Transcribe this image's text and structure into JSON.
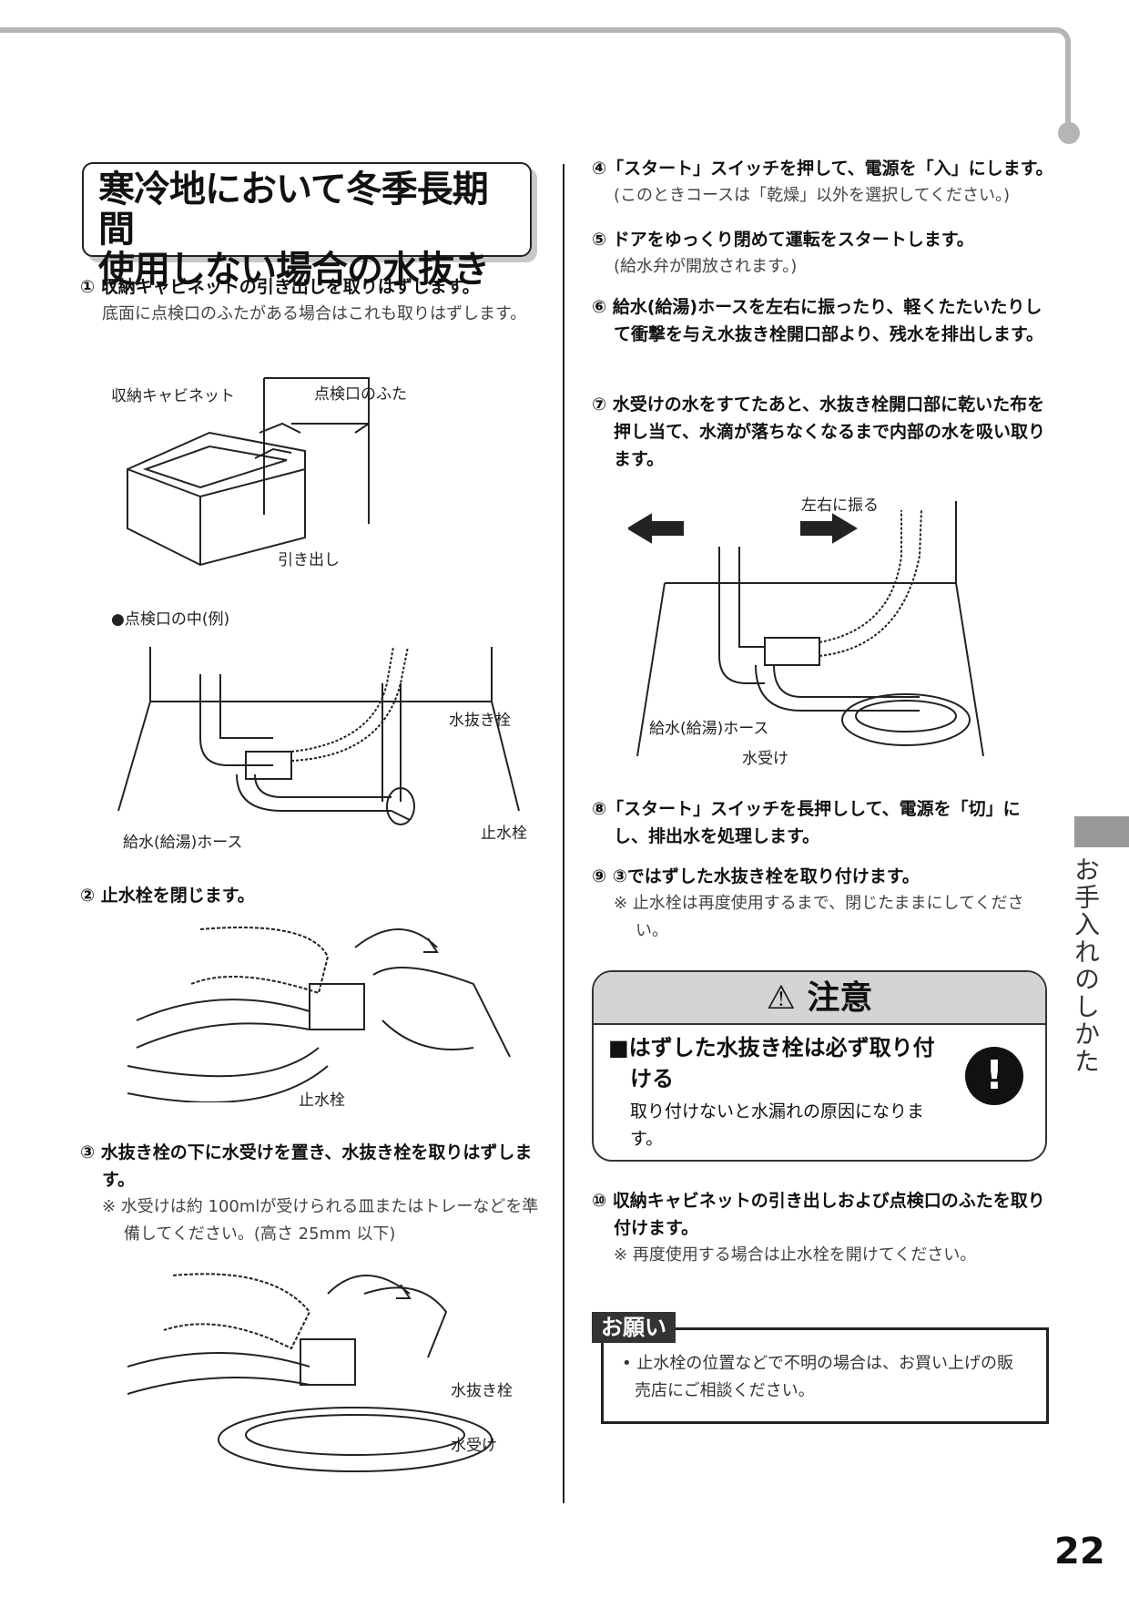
{
  "title": {
    "line1": "寒冷地において冬季長期間",
    "line2": "使用しない場合の水抜き"
  },
  "left": {
    "step1": {
      "head": "① 収納キャビネットの引き出しを取りはずします。",
      "body": "底面に点検口のふたがある場合はこれも取りはずします。"
    },
    "fig1": {
      "label_cabinet": "収納キャビネット",
      "label_lid": "点検口のふた",
      "label_drawer": "引き出し"
    },
    "fig2": {
      "caption": "●点検口の中(例)",
      "label_drain_plug": "水抜き栓",
      "label_hose": "給水(給湯)ホース",
      "label_stop_valve": "止水栓"
    },
    "step2": {
      "head": "② 止水栓を閉じます。"
    },
    "fig3": {
      "label_stop_valve": "止水栓"
    },
    "step3": {
      "head": "③ 水抜き栓の下に水受けを置き、水抜き栓を取りはずします。",
      "note": "※ 水受けは約 100mlが受けられる皿またはトレーなどを準備してください。(高さ 25mm 以下)"
    },
    "fig4": {
      "label_drain_plug": "水抜き栓",
      "label_tray": "水受け"
    }
  },
  "right": {
    "step4": {
      "head": "④「スタート」スイッチを押して、電源を「入」にします。",
      "sub": "(このときコースは「乾燥」以外を選択してください。)"
    },
    "step5": {
      "head": "⑤ ドアをゆっくり閉めて運転をスタートします。",
      "sub": "(給水弁が開放されます。)"
    },
    "step6": {
      "head": "⑥ 給水(給湯)ホースを左右に振ったり、軽くたたいたりして衝撃を与え水抜き栓開口部より、残水を排出します。"
    },
    "step7": {
      "head": "⑦ 水受けの水をすてたあと、水抜き栓開口部に乾いた布を押し当て、水滴が落ちなくなるまで内部の水を吸い取ります。"
    },
    "fig5": {
      "label_shake": "左右に振る",
      "label_hose": "給水(給湯)ホース",
      "label_tray": "水受け"
    },
    "step8": {
      "head": "⑧「スタート」スイッチを長押しして、電源を「切」にし、排出水を処理します。"
    },
    "step9": {
      "head": "⑨ ③ではずした水抜き栓を取り付けます。",
      "note": "※ 止水栓は再度使用するまで、閉じたままにしてください。"
    },
    "caution": {
      "title": "注意",
      "heading": "■はずした水抜き栓は必ず取り付ける",
      "body": "取り付けないと水漏れの原因になります。"
    },
    "step10": {
      "head": "⑩ 収納キャビネットの引き出しおよび点検口のふたを取り付けます。",
      "note": "※ 再度使用する場合は止水栓を開けてください。"
    },
    "request": {
      "label": "お願い",
      "body": "• 止水栓の位置などで不明の場合は、お買い上げの販売店にご相談ください。"
    }
  },
  "side_tab": "お手入れのしかた",
  "page_number": "22"
}
